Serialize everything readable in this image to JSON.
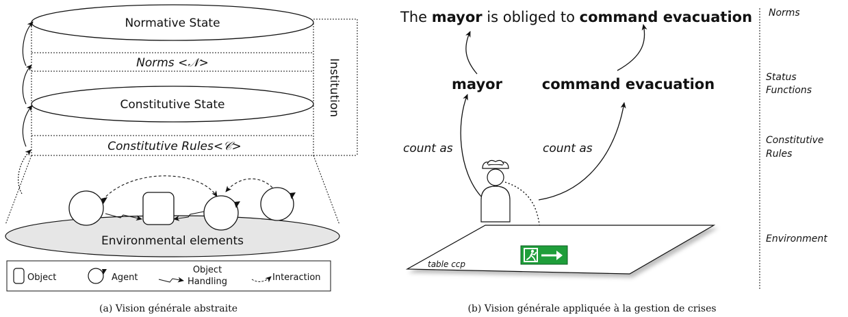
{
  "left_panel": {
    "normative_state": "Normative State",
    "norms_prefix": "Norms <",
    "norms_symbol": "𝒩",
    "norms_suffix": ">",
    "constitutive_state": "Constitutive State",
    "const_rules_prefix": "Constitutive Rules<",
    "const_rules_symbol": "𝒞",
    "const_rules_suffix": ">",
    "institution": "Institution",
    "environmental_elements": "Environmental elements",
    "legend": {
      "object": "Object",
      "agent": "Agent",
      "object_handling_1": "Object",
      "object_handling_2": "Handling",
      "interaction": "Interaction"
    },
    "caption": "(a)  Vision générale abstraite"
  },
  "right_panel": {
    "sentence_the": "The ",
    "sentence_mayor": "mayor",
    "sentence_middle": " is obliged to ",
    "sentence_action": "command evacuation",
    "status_mayor": "mayor",
    "status_action": "command evacuation",
    "count_as_left": "count as",
    "count_as_right": "count as",
    "table_label": "table ccp",
    "layers": {
      "norms": "Norms",
      "status_1": "Status",
      "status_2": "Functions",
      "constitutive_1": "Constitutive",
      "constitutive_2": "Rules",
      "environment": "Environment"
    },
    "caption": "(b)  Vision générale appliquée à la gestion de crises"
  },
  "colors": {
    "ground_fill": "#e6e6e6",
    "exit_sign_green": "#1f9e3a",
    "line": "#111111"
  }
}
